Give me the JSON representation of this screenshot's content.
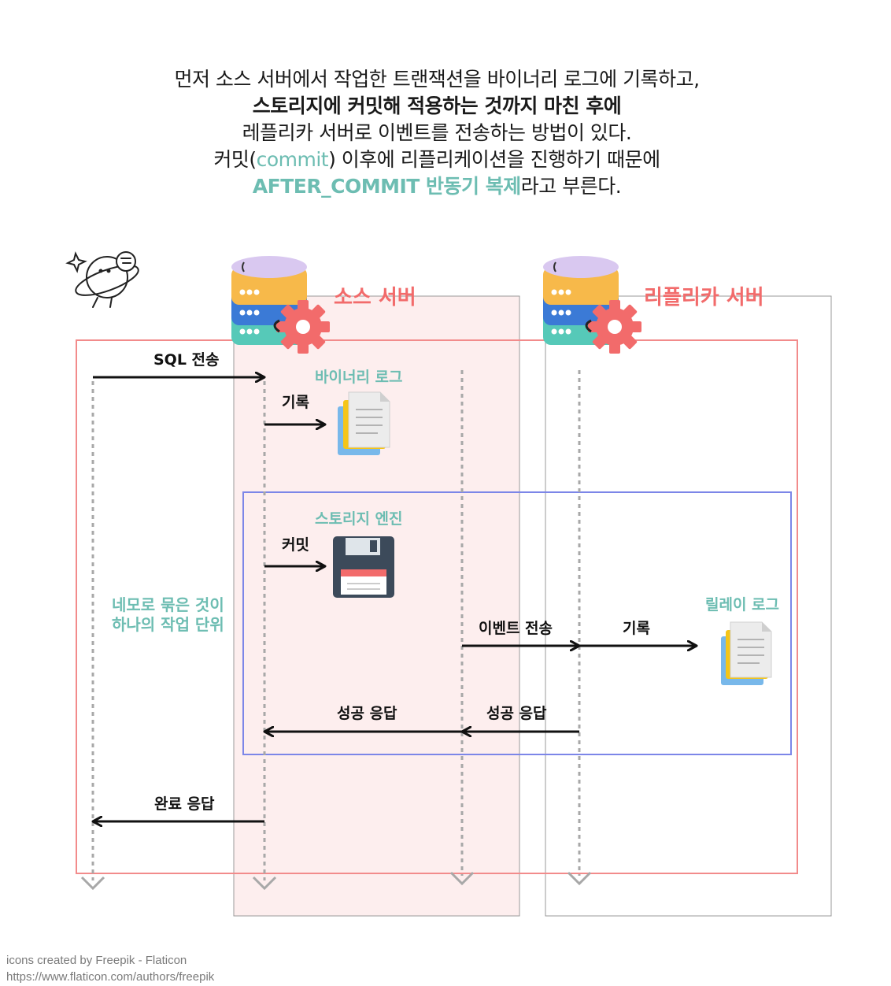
{
  "intro": {
    "line1": "먼저 소스 서버에서 작업한 트랜잭션을 바이너리 로그에 기록하고,",
    "line2": "스토리지에 커밋해 적용하는 것까지 마친 후에",
    "line3": "레플리카 서버로 이벤트를 전송하는 방법이 있다.",
    "line4_pre": "커밋(",
    "line4_term": "commit",
    "line4_post": ") 이후에 리플리케이션을 진행하기 때문에",
    "line5_term": "AFTER_COMMIT 반동기 복제",
    "line5_post": "라고 부른다."
  },
  "lanes": {
    "source_title": "소스 서버",
    "replica_title": "리플리카 서버"
  },
  "labels": {
    "binary_log": "바이너리 로그",
    "storage_engine": "스토리지 엔진",
    "relay_log": "릴레이 로그",
    "unit_note_line1": "네모로 묶은 것이",
    "unit_note_line2": "하나의 작업 단위"
  },
  "messages": {
    "sql_send": "SQL 전송",
    "record_binlog": "기록",
    "commit": "커밋",
    "event_send": "이벤트 전송",
    "record_relay": "기록",
    "success_resp_replica": "성공 응답",
    "success_resp_source": "성공 응답",
    "done_resp": "완료 응답"
  },
  "credit": {
    "line1": "icons created by Freepik - Flaticon",
    "line2": "https://www.flaticon.com/authors/freepik"
  },
  "colors": {
    "accent_teal": "#6dbdb2",
    "lane_title_red": "#f26b6b",
    "outer_box": "#f28b8b",
    "inner_box": "#7c86e8",
    "source_lane_fill": "#fdeeee"
  },
  "icons": [
    "astronaut-planet-icon",
    "database-server-icon",
    "gear-icon",
    "document-icon",
    "floppy-disk-icon"
  ]
}
